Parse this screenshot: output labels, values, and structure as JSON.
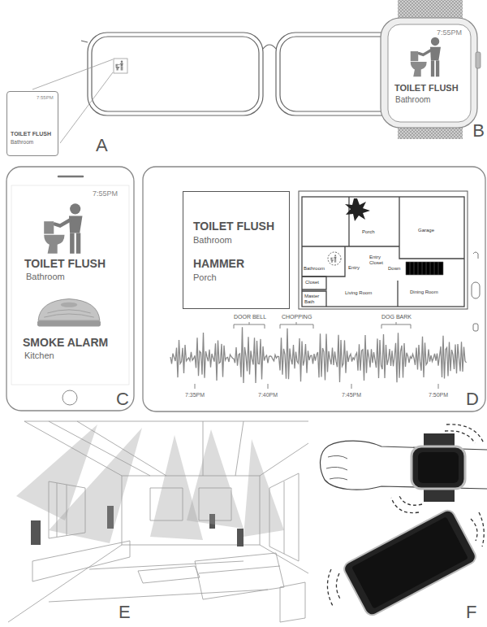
{
  "diagram": {
    "nodes": [
      {
        "text": [
          "7:55PM",
          "TOILET FLUSH",
          "Bathroom"
        ]
      },
      {
        "text": [
          "7:55PM",
          "TOILET FLUSH",
          "Bathroom"
        ]
      },
      {
        "text": [
          "7:55PM",
          "TOILET FLUSH",
          "Bathroom",
          "SMOKE ALARM",
          "Kitchen"
        ]
      },
      {
        "text": [
          "TOILET FLUSH",
          "Bathroom",
          "HAMMER",
          "Porch"
        ]
      }
    ],
    "labels": [
      "A",
      "B",
      "C",
      "D",
      "E",
      "F",
      "Porch",
      "Garage",
      "Bathroom",
      "Entry",
      "Entry Closet",
      "Closet",
      "Down",
      "Living Room",
      "Dining Room",
      "Master Bath",
      "DOOR BELL",
      "CHOPPING",
      "DOG BARK",
      "7:35PM",
      "7:40PM",
      "7:45PM",
      "7:50PM"
    ]
  }
}
